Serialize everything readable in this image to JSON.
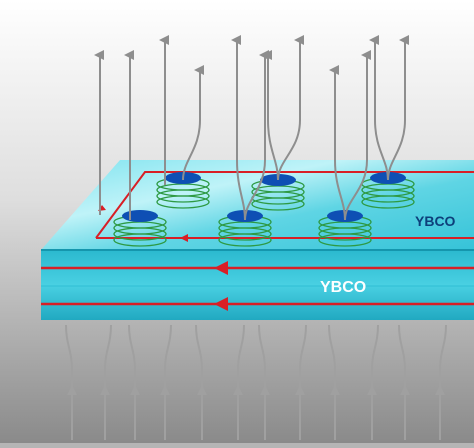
{
  "diagram": {
    "top_label": "YBCO",
    "front_label": "YBCO",
    "colors": {
      "slab_top": "#54d6e6",
      "slab_front": "#3ec9dc",
      "slab_side": "#1a9cb2",
      "current": "#d81f26",
      "vortex_core": "#0e4fb4",
      "vortex_ring": "#2e9a44",
      "field_line": "#8e8e8e",
      "background_top": "#ffffff",
      "background_bottom": "#8a8a8a"
    },
    "vortex_count": 6,
    "field_line_count": 12
  }
}
